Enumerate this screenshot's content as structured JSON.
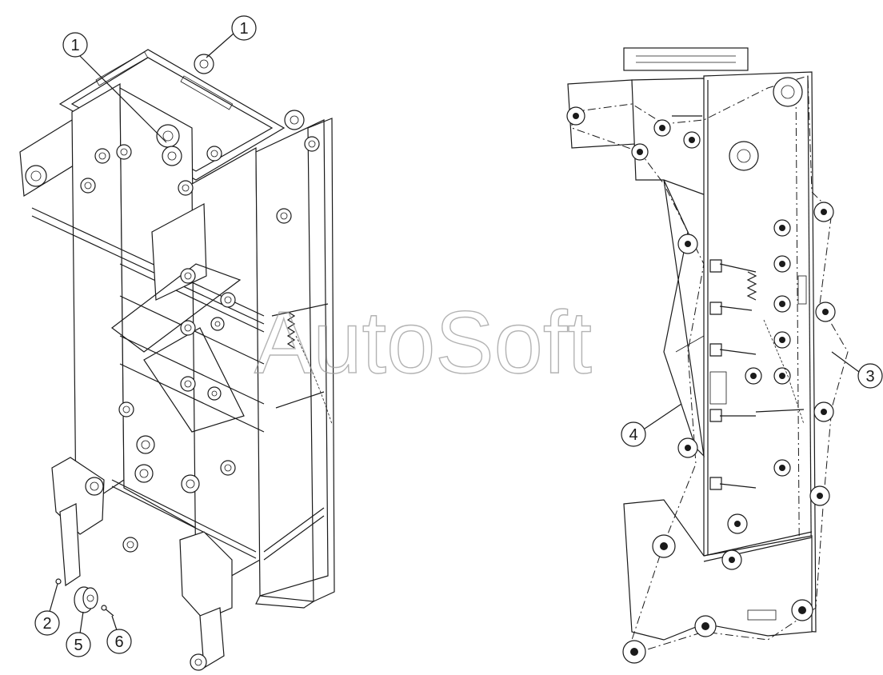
{
  "watermark": "AutoSoft",
  "callouts": [
    {
      "id": "c1a",
      "label": "1"
    },
    {
      "id": "c1b",
      "label": "1"
    },
    {
      "id": "c2",
      "label": "2"
    },
    {
      "id": "c5",
      "label": "5"
    },
    {
      "id": "c6",
      "label": "6"
    },
    {
      "id": "c3",
      "label": "3"
    },
    {
      "id": "c4",
      "label": "4"
    }
  ],
  "colors": {
    "line": "#1a1a1a",
    "watermark": "#9a9a9a",
    "background": "#ffffff"
  }
}
